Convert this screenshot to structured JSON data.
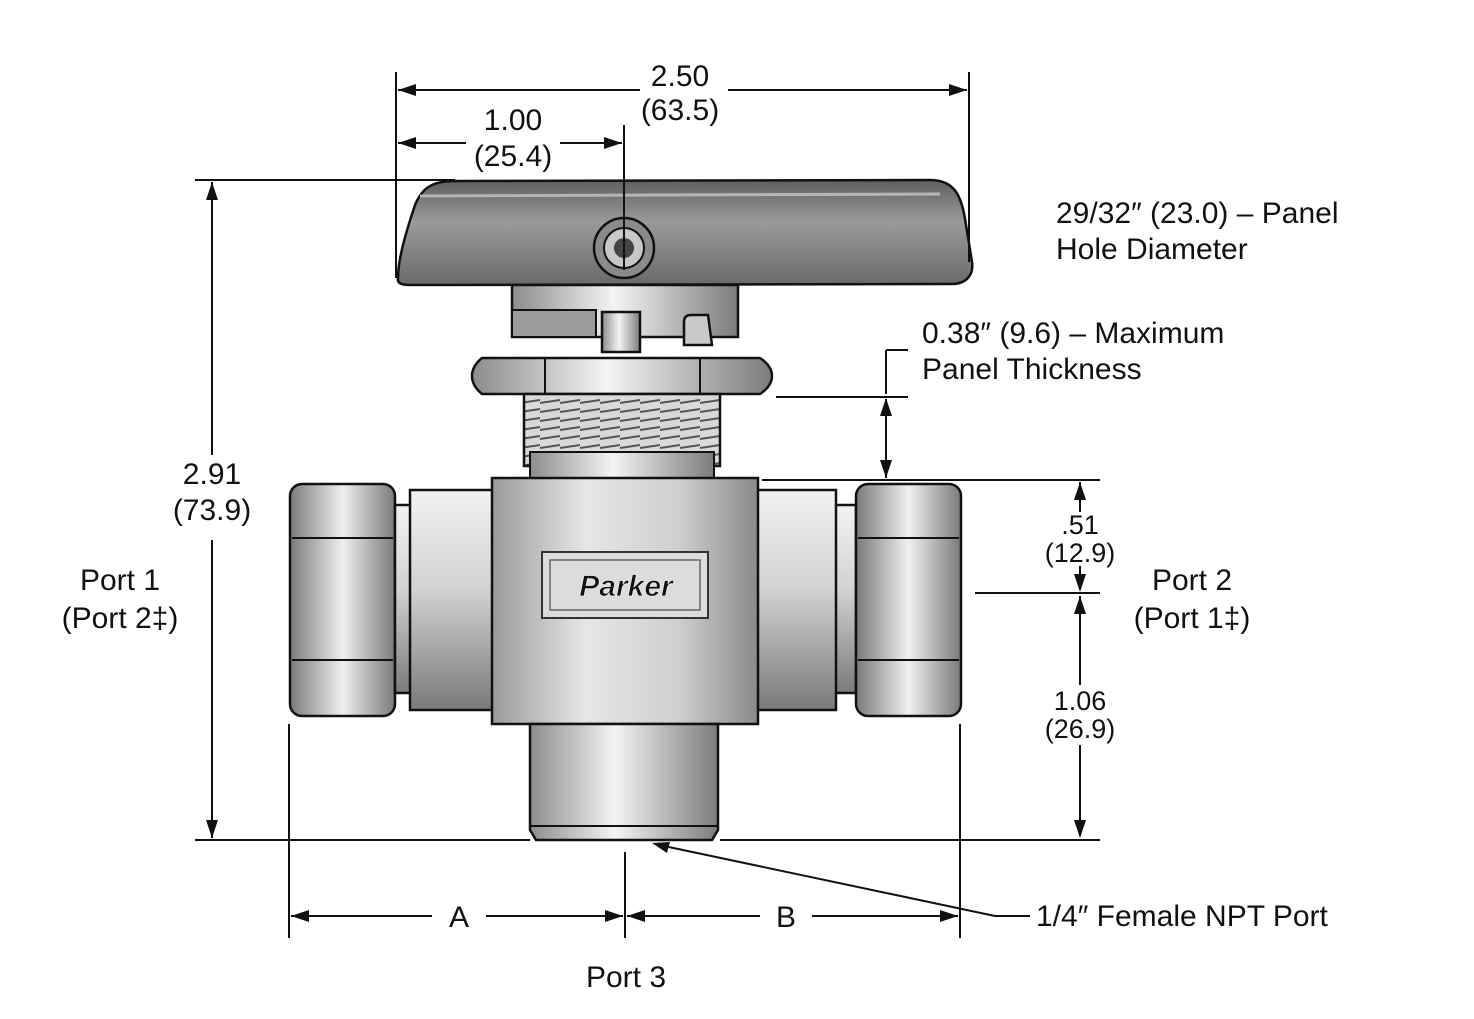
{
  "dimensions": {
    "overall_width": {
      "in": "2.50",
      "mm": "(63.5)"
    },
    "handle_offset": {
      "in": "1.00",
      "mm": "(25.4)"
    },
    "overall_height": {
      "in": "2.91",
      "mm": "(73.9)"
    },
    "port_centerline_upper": {
      "in": ".51",
      "mm": "(12.9)"
    },
    "port_centerline_lower": {
      "in": "1.06",
      "mm": "(26.9)"
    },
    "dim_a": "A",
    "dim_b": "B"
  },
  "notes": {
    "panel_hole": [
      "29/32″ (23.0) – Panel",
      "Hole Diameter"
    ],
    "panel_thickness": [
      "0.38″ (9.6) – Maximum",
      "Panel Thickness"
    ],
    "npt_port": "1/4″ Female NPT Port"
  },
  "ports": {
    "port1": [
      "Port 1",
      "(Port 2‡)"
    ],
    "port2": [
      "Port 2",
      "(Port 1‡)"
    ],
    "port3": "Port 3"
  },
  "logo_text": "Parker",
  "colors": {
    "ink": "#111111",
    "metal_dark": "#6b6b6b",
    "metal_light": "#eeeeee"
  }
}
